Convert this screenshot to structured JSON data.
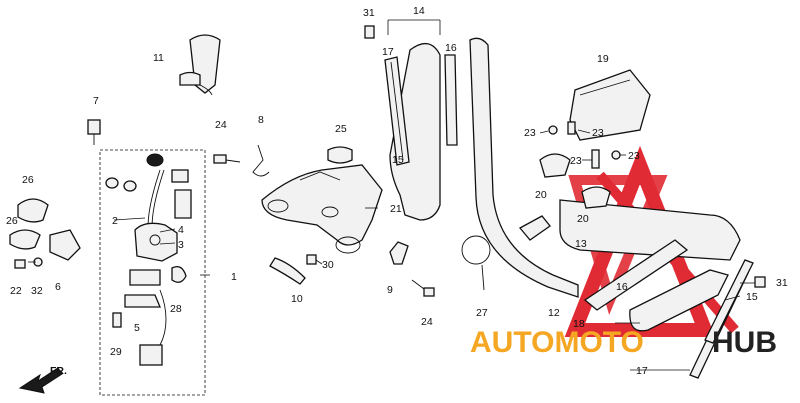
{
  "callouts": {
    "p1": "1",
    "p2": "2",
    "p3": "3",
    "p4": "4",
    "p5": "5",
    "p6": "6",
    "p7": "7",
    "p8": "8",
    "p9": "9",
    "p10": "10",
    "p11": "11",
    "p12": "12",
    "p13": "13",
    "p14": "14",
    "p15a": "15",
    "p15b": "15",
    "p16a": "16",
    "p16b": "16",
    "p17a": "17",
    "p17b": "17",
    "p18": "18",
    "p19": "19",
    "p20a": "20",
    "p20b": "20",
    "p21": "21",
    "p22": "22",
    "p23a": "23",
    "p23b": "23",
    "p23c": "23",
    "p23d": "23",
    "p24a": "24",
    "p24b": "24",
    "p25": "25",
    "p26a": "26",
    "p26b": "26",
    "p27": "27",
    "p28": "28",
    "p29": "29",
    "p30": "30",
    "p31a": "31",
    "p31b": "31",
    "p32": "32"
  },
  "front_marker": "FR.",
  "watermark": {
    "text_a": "AUTOMOTO",
    "text_b": "HUB",
    "color_a": "#f5a623",
    "color_b": "#222222",
    "logo_color": "#e0202a"
  }
}
